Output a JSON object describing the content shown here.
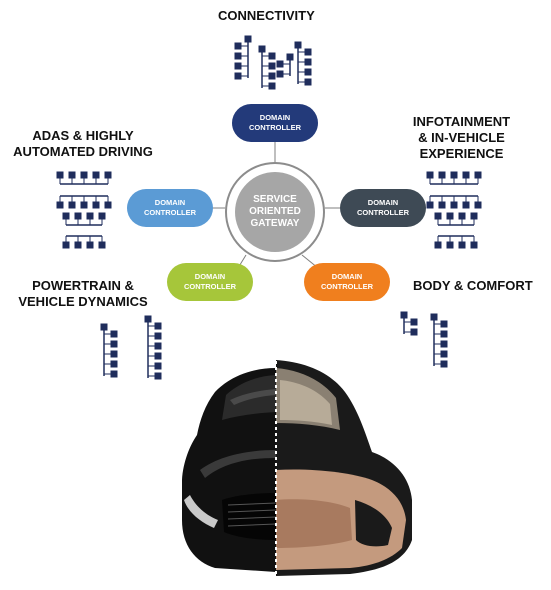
{
  "gateway": {
    "label": "SERVICE\nORIENTED\nGATEWAY"
  },
  "controller_label": "DOMAIN\nCONTROLLER",
  "domains": [
    {
      "id": "connectivity",
      "title": "CONNECTIVITY",
      "color": "#233A7A"
    },
    {
      "id": "infotainment",
      "title": "INFOTAINMENT\n& IN-VEHICLE\nEXPERIENCE",
      "color": "#3E4A55"
    },
    {
      "id": "body",
      "title": "BODY & COMFORT",
      "color": "#F07F1E"
    },
    {
      "id": "powertrain",
      "title": "POWERTRAIN &\nVEHICLE DYNAMICS",
      "color": "#A6C63A"
    },
    {
      "id": "adas",
      "title": "ADAS & HIGHLY\nAUTOMATED DRIVING",
      "color": "#5B9BD5"
    }
  ],
  "colors": {
    "node": "#1F2D5C",
    "connector": "#7f7f7f",
    "gateway_ring": "#8c8c8c",
    "gateway_fill": "#a6a6a6"
  },
  "image": {
    "description_icon": "car-icon"
  }
}
